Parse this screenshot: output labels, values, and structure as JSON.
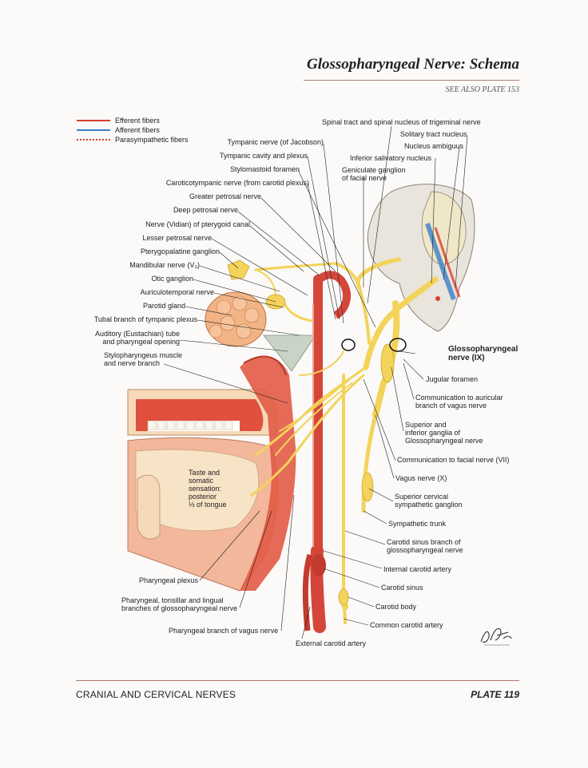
{
  "header": {
    "title": "Glossopharyngeal Nerve: Schema",
    "see_also": "SEE ALSO PLATE 153"
  },
  "legend": {
    "efferent": "Efferent fibers",
    "afferent": "Afferent fibers",
    "parasympathetic": "Parasympathetic fibers"
  },
  "labels": {
    "spinal_tract": "Spinal tract and spinal nucleus of trigeminal nerve",
    "solitary": "Solitary tract nucleus",
    "ambiguus": "Nucleus ambiguus",
    "inf_salivatory": "Inferior salivatory nucleus",
    "geniculate_1": "Geniculate ganglion",
    "geniculate_2": "of facial nerve",
    "tympanic_nerve": "Tympanic nerve (of Jacobson)",
    "tympanic_cavity": "Tympanic cavity and plexus",
    "stylomastoid": "Stylomastoid foramen",
    "caroticotympanic": "Caroticotympanic nerve (from carotid plexus)",
    "greater_petrosal": "Greater petrosal nerve",
    "deep_petrosal": "Deep petrosal nerve",
    "vidian": "Nerve (Vidian) of pterygoid canal",
    "lesser_petrosal": "Lesser petrosal nerve",
    "pterygopalatine": "Pterygopalatine ganglion",
    "mandibular": "Mandibular nerve (V₃)",
    "otic": "Otic ganglion",
    "auriculotemporal": "Auriculotemporal nerve",
    "parotid": "Parotid gland",
    "tubal": "Tubal branch of tympanic plexus",
    "auditory_1": "Auditory (Eustachian) tube",
    "auditory_2": "and pharyngeal opening",
    "stylopharyngeus_1": "Stylopharyngeus muscle",
    "stylopharyngeus_2": "and nerve branch",
    "glosso_1": "Glossopharyngeal",
    "glosso_2": "nerve (IX)",
    "jugular": "Jugular foramen",
    "comm_auricular_1": "Communication to auricular",
    "comm_auricular_2": "branch of vagus nerve",
    "ganglia_1": "Superior and",
    "ganglia_2": "inferior ganglia of",
    "ganglia_3": "Glossopharyngeal nerve",
    "comm_facial": "Communication to facial nerve (VII)",
    "vagus": "Vagus nerve (X)",
    "sup_cervical_1": "Superior cervical",
    "sup_cervical_2": "sympathetic ganglion",
    "sympathetic_trunk": "Sympathetic trunk",
    "carotid_sinus_branch_1": "Carotid sinus branch of",
    "carotid_sinus_branch_2": "glossopharyngeal nerve",
    "internal_carotid": "Internal carotid artery",
    "carotid_sinus": "Carotid sinus",
    "carotid_body": "Carotid body",
    "common_carotid": "Common carotid artery",
    "taste_1": "Taste and",
    "taste_2": "somatic",
    "taste_3": "sensation:",
    "taste_4": "posterior",
    "taste_5": "⅓ of tongue",
    "pharyngeal_plexus": "Pharyngeal plexus",
    "pharyngeal_branches_1": "Pharyngeal, tonsillar and lingual",
    "pharyngeal_branches_2": "branches of glossopharyngeal nerve",
    "pharyngeal_vagus": "Pharyngeal branch of vagus nerve",
    "external_carotid": "External carotid artery"
  },
  "footer": {
    "section": "CRANIAL AND CERVICAL NERVES",
    "plate": "PLATE 119"
  },
  "colors": {
    "nerve": "#f3d35a",
    "artery": "#d4463a",
    "efferent": "#d8402c",
    "afferent": "#3a7ec8",
    "tissue": "#f0a58e",
    "skin": "#f6d9b8"
  }
}
